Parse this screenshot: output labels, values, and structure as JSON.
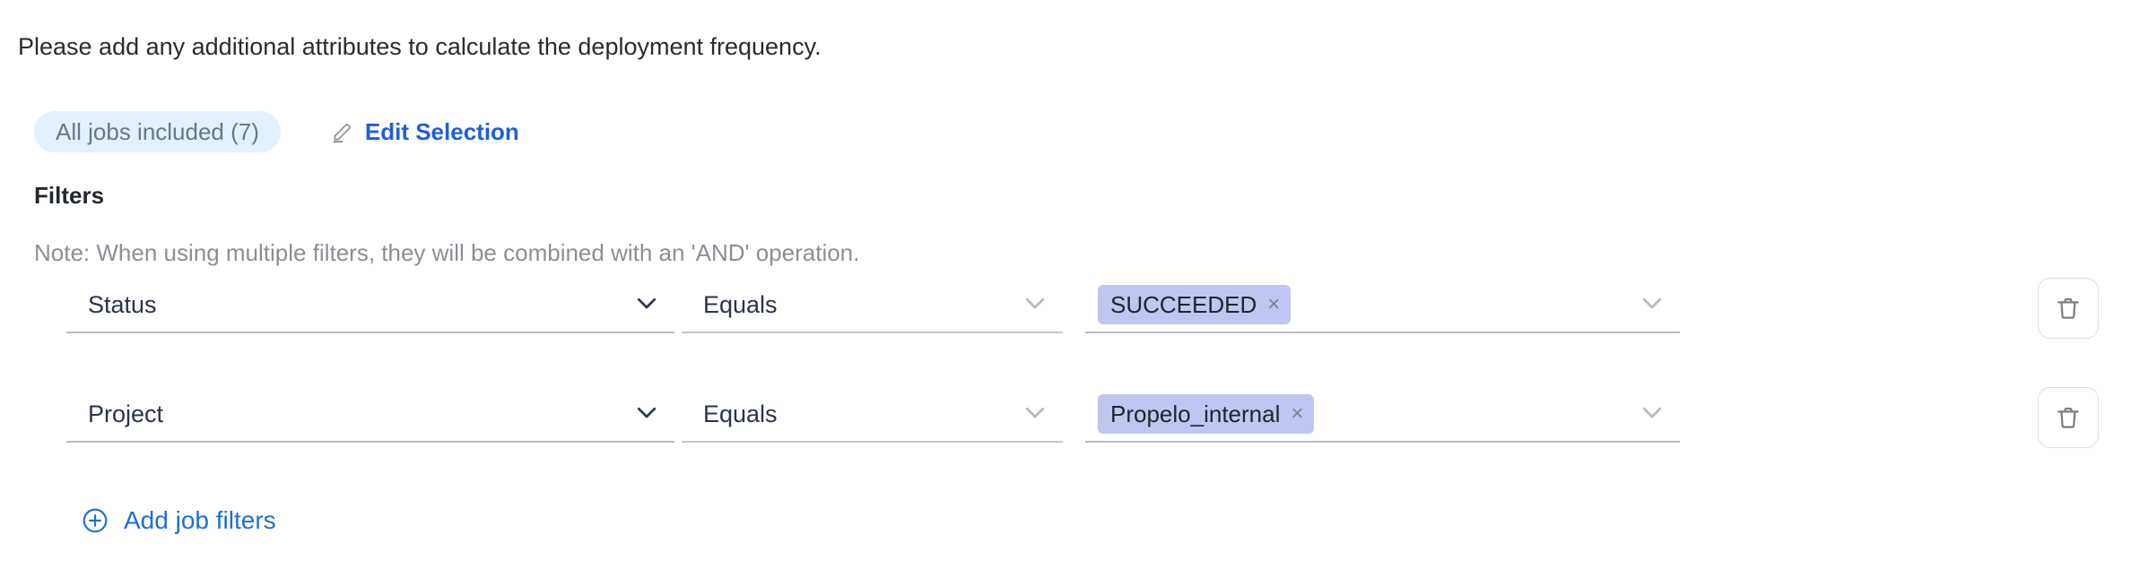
{
  "intro": {
    "text": "Please add any additional attributes to calculate the deployment frequency."
  },
  "selection": {
    "jobs_pill_label": "All jobs included (7)",
    "edit_label": "Edit Selection",
    "edit_icon": "pencil-icon"
  },
  "filters": {
    "title": "Filters",
    "note": "Note: When using multiple filters, they will be combined with an 'AND' operation.",
    "add_label": "Add job filters",
    "add_icon": "plus-circle-icon",
    "delete_icon": "trash-icon",
    "rows": [
      {
        "attribute": "Status",
        "operator": "Equals",
        "value": "SUCCEEDED",
        "value_close": "×"
      },
      {
        "attribute": "Project",
        "operator": "Equals",
        "value": "Propelo_internal",
        "value_close": "×"
      }
    ]
  },
  "colors": {
    "link_blue": "#1f5ed8",
    "pill_bg": "#e2f1fb",
    "chip_bg": "#bfc6f2",
    "note_gray": "#8a8f96",
    "underline": "#b9bcc2"
  }
}
